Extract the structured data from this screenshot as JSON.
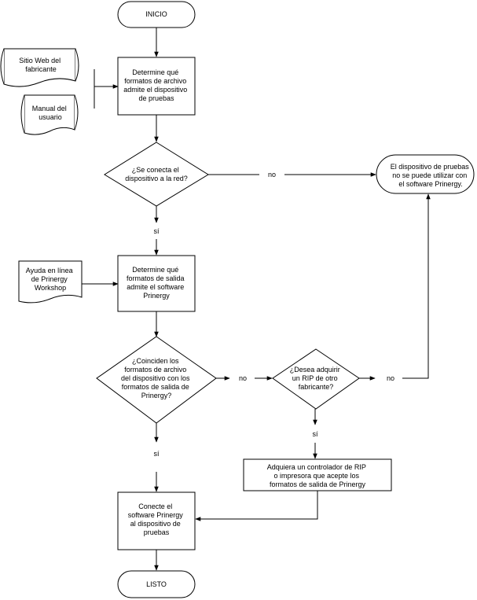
{
  "nodes": {
    "start": "INICIO",
    "doc_web": [
      "Sitio Web del",
      "fabricante"
    ],
    "doc_manual": [
      "Manual del",
      "usuario"
    ],
    "determine_formats": [
      "Determine qué",
      "formatos de archivo",
      "admite el dispositivo",
      "de pruebas"
    ],
    "decision_network": [
      "¿Se conecta el",
      "dispositivo a la red?"
    ],
    "no_label_1": "no",
    "cannot_use": [
      "El dispositivo de pruebas",
      "no se puede utilizar con",
      "el software Prinergy."
    ],
    "yes_label_1": "sí",
    "doc_help": [
      "Ayuda en línea",
      "de Prinergy",
      "Workshop"
    ],
    "determine_output": [
      "Determine qué",
      "formatos de salida",
      "admite el software",
      "Prinergy"
    ],
    "decision_match": [
      "¿Coinciden los",
      "formatos de archivo",
      "del dispositivo con los",
      "formatos de salida de",
      "Prinergy?"
    ],
    "no_label_2": "no",
    "decision_rip": [
      "¿Desea adquirir",
      "un RIP de otro",
      "fabricante?"
    ],
    "no_label_3": "no",
    "yes_label_2": "sí",
    "acquire_rip": [
      "Adquiera un controlador de RIP",
      "o impresora que acepte los",
      "formatos de salida de Prinergy"
    ],
    "yes_label_3": "sí",
    "connect": [
      "Conecte el",
      "software Prinergy",
      "al dispositivo de",
      "pruebas"
    ],
    "end": "LISTO"
  }
}
